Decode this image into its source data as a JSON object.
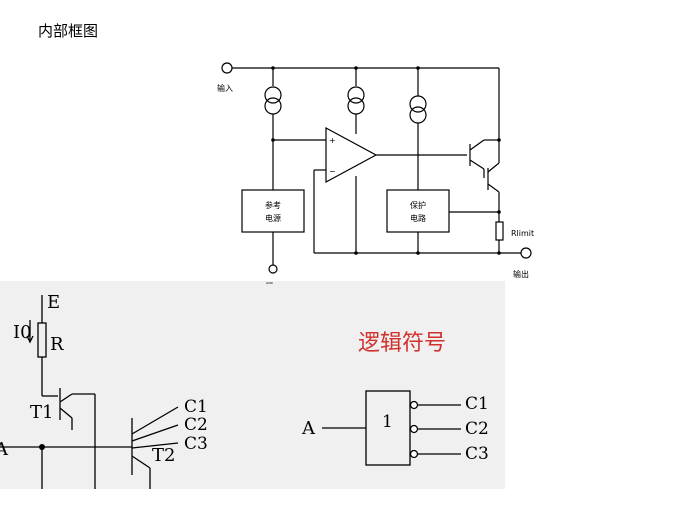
{
  "page_title": "内部框图",
  "block_diagram": {
    "input_label": "输入",
    "output_label": "输出",
    "ground_label": "GND",
    "reference_block": [
      "参考",
      "电源"
    ],
    "protection_block": [
      "保护",
      "电路"
    ],
    "resistor_label": "Rlimit",
    "opamp_plus": "+",
    "opamp_minus": "−"
  },
  "logic_panel": {
    "symbol_title": "逻辑符号",
    "gate_text": "1",
    "input_label": "A",
    "outputs": [
      "C1",
      "C2",
      "C3"
    ],
    "circuit": {
      "supply": "E",
      "current": "I0",
      "resistor": "R",
      "transistor1": "T1",
      "transistor2": "T2",
      "input": "A",
      "outputs": [
        "C1",
        "C2",
        "C3"
      ]
    }
  },
  "colors": {
    "accent": "#d0312d",
    "panel_bg": "#f0f0f0",
    "line": "#000000"
  }
}
